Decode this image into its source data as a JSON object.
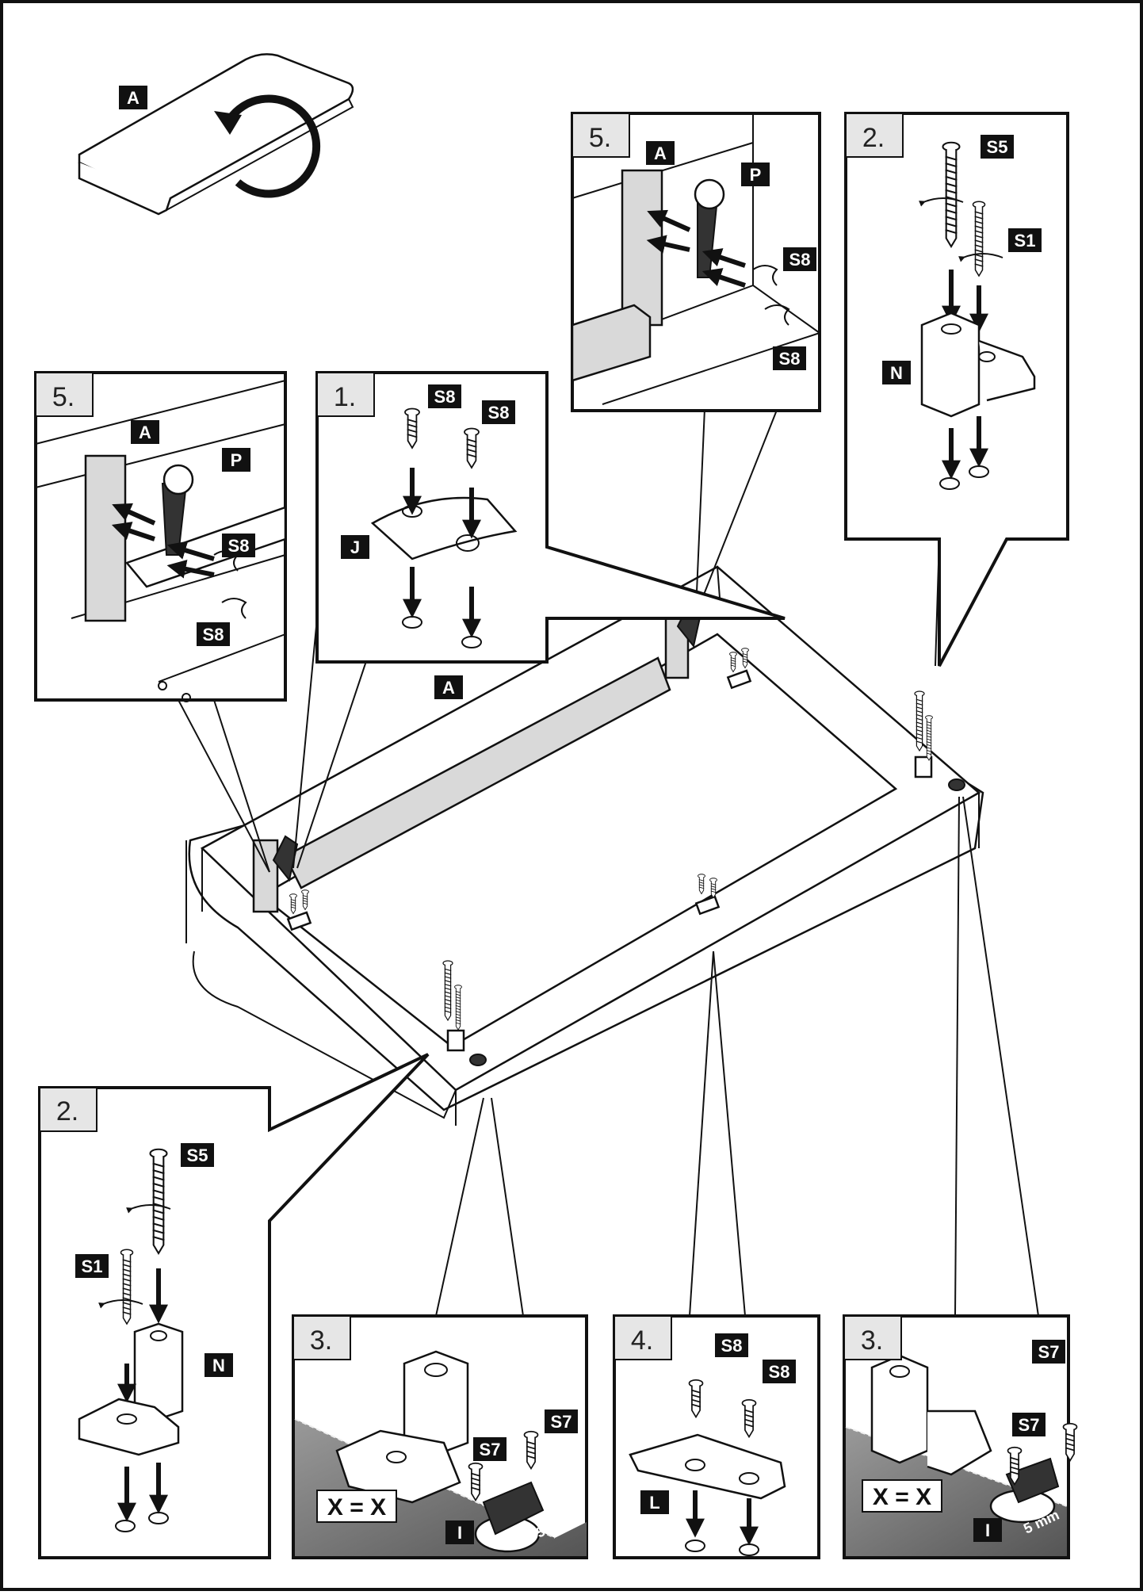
{
  "labels": {
    "A": "A",
    "P": "P",
    "S8": "S8",
    "S5": "S5",
    "S1": "S1",
    "N": "N",
    "J": "J",
    "L": "L",
    "I": "I",
    "S7": "S7"
  },
  "steps": {
    "s1": "1.",
    "s2": "2.",
    "s3": "3.",
    "s4": "4.",
    "s5": "5."
  },
  "equation": "X = X",
  "measure": "5 mm"
}
